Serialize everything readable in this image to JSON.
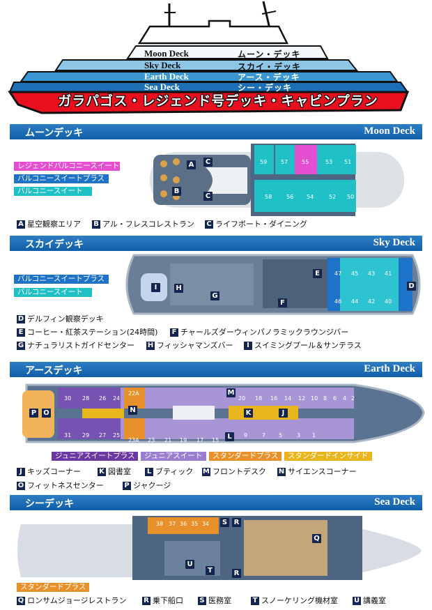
{
  "header": {
    "title": "ガラパゴス・レジェンド号デッキ・キャビンプラン",
    "decks": [
      {
        "en": "Moon Deck",
        "jp": "ムーン・デッキ"
      },
      {
        "en": "Sky Deck",
        "jp": "スカイ・デッキ"
      },
      {
        "en": "Earth Deck",
        "jp": "アース・デッキ"
      },
      {
        "en": "Sea Deck",
        "jp": "シー・デッキ"
      }
    ]
  },
  "moon": {
    "jp": "ムーンデッキ",
    "en": "Moon Deck",
    "legend": [
      "レジェンドバルコニースイート",
      "バルコニースイートプラス",
      "バルコニースイート"
    ],
    "cabins": [
      "59",
      "57",
      "55",
      "53",
      "51",
      "58",
      "56",
      "54",
      "52",
      "50"
    ],
    "facilities": [
      {
        "letter": "A",
        "label": "星空観察エリア"
      },
      {
        "letter": "B",
        "label": "アル・フレスコレストラン"
      },
      {
        "letter": "C",
        "label": "ライフボート・ダイニング"
      }
    ]
  },
  "sky": {
    "jp": "スカイデッキ",
    "en": "Sky Deck",
    "legend": [
      "バルコニースイートプラス",
      "バルコニースイート"
    ],
    "cabins": [
      "47",
      "45",
      "43",
      "41",
      "46",
      "44",
      "42",
      "40"
    ],
    "facilities": [
      {
        "letter": "D",
        "label": "デルフィン観察デッキ"
      },
      {
        "letter": "E",
        "label": "コーヒー・紅茶ステーション(24時間)"
      },
      {
        "letter": "F",
        "label": "チャールズダーウィンパノラミックラウンジバー"
      },
      {
        "letter": "G",
        "label": "ナチュラリストガイドセンター"
      },
      {
        "letter": "H",
        "label": "フィッシャマンズバー"
      },
      {
        "letter": "I",
        "label": "スイミングプール＆サンテラス"
      }
    ]
  },
  "earth": {
    "jp": "アースデッキ",
    "en": "Earth Deck",
    "legend": [
      "ジュニアスイートプラス",
      "ジュニアスイート",
      "スタンダードプラス",
      "スタンダードインサイド"
    ],
    "cabins_top": [
      "30",
      "28",
      "26",
      "24",
      "22A",
      "20",
      "18",
      "16",
      "14",
      "12",
      "10",
      "8",
      "6",
      "4",
      "2"
    ],
    "cabins_bottom": [
      "31",
      "29",
      "27",
      "25",
      "23A",
      "23",
      "21",
      "19",
      "17",
      "15",
      "9",
      "7",
      "5",
      "3",
      "1"
    ],
    "facilities": [
      {
        "letter": "J",
        "label": "キッズコーナー"
      },
      {
        "letter": "K",
        "label": "図書室"
      },
      {
        "letter": "L",
        "label": "ブティック"
      },
      {
        "letter": "M",
        "label": "フロントデスク"
      },
      {
        "letter": "N",
        "label": "サイエンスコーナー"
      },
      {
        "letter": "O",
        "label": "フィットネスセンター"
      },
      {
        "letter": "P",
        "label": "ジャクージ"
      }
    ]
  },
  "sea": {
    "jp": "シーデッキ",
    "en": "Sea Deck",
    "legend": [
      "スタンダードプラス"
    ],
    "cabins": [
      "38",
      "37",
      "36",
      "35",
      "34"
    ],
    "facilities": [
      {
        "letter": "Q",
        "label": "ロンサムジョージレストラン"
      },
      {
        "letter": "R",
        "label": "乗下船口"
      },
      {
        "letter": "S",
        "label": "医務室"
      },
      {
        "letter": "T",
        "label": "スノーケリング機材室"
      },
      {
        "letter": "U",
        "label": "講義室"
      }
    ]
  },
  "colors": {
    "legend_balcony": "#e44fcf",
    "balcony_plus": "#1e73c8",
    "balcony": "#1fc0c6",
    "junior_plus": "#6a3aa2",
    "junior": "#9a7fd0",
    "standard_plus": "#e8902a",
    "standard_inside": "#e8b51d",
    "section_bar": "#1466b0",
    "hull_red": "#e8101e"
  }
}
